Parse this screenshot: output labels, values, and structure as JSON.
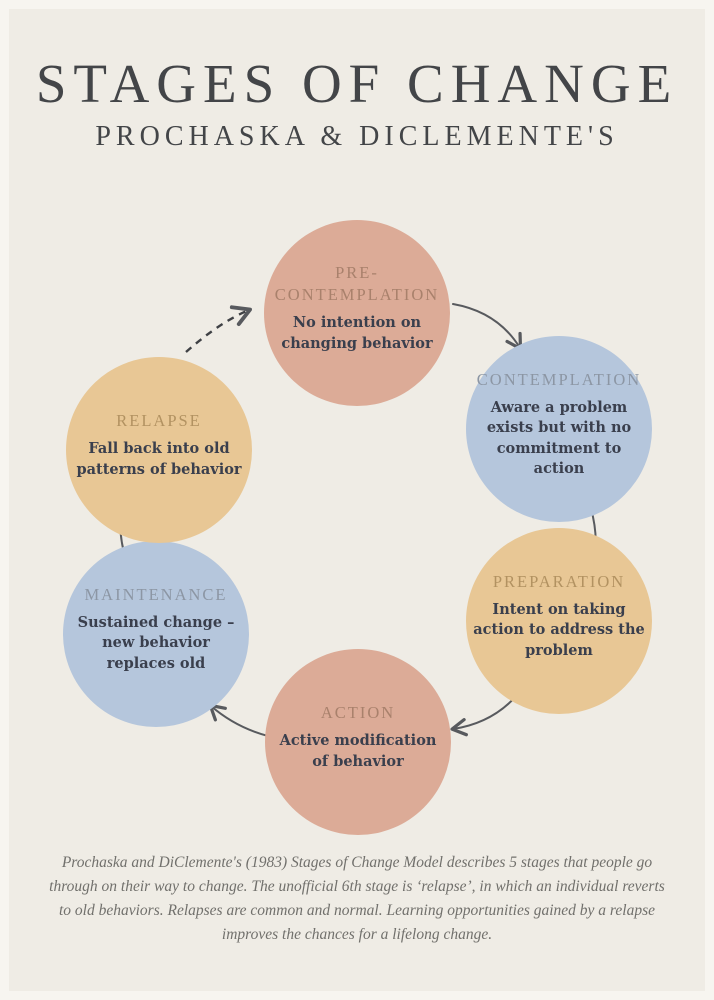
{
  "header": {
    "title": "STAGES OF CHANGE",
    "subtitle": "PROCHASKA & DICLEMENTE'S"
  },
  "stages": [
    {
      "id": "precontemplation",
      "label": "PRE-CONTEMPLATION",
      "description": "No intention on changing behavior",
      "variant": "salmon"
    },
    {
      "id": "contemplation",
      "label": "CONTEMPLATION",
      "description": "Aware a problem exists but with no commitment to action",
      "variant": "blue"
    },
    {
      "id": "preparation",
      "label": "PREPARATION",
      "description": "Intent on taking action to address the problem",
      "variant": "tan"
    },
    {
      "id": "action",
      "label": "ACTION",
      "description": "Active modification of behavior",
      "variant": "salmon"
    },
    {
      "id": "maintenance",
      "label": "MAINTENANCE",
      "description": "Sustained change – new behavior replaces old",
      "variant": "blue"
    },
    {
      "id": "relapse",
      "label": "RELAPSE",
      "description": "Fall back into old patterns of behavior",
      "variant": "tan"
    }
  ],
  "cycle_arrows": [
    "precontemplation-to-contemplation",
    "contemplation-to-preparation",
    "preparation-to-action",
    "action-to-maintenance",
    "maintenance-to-relapse",
    "relapse-to-precontemplation-dashed"
  ],
  "footer": {
    "text": "Prochaska and DiClemente's (1983) Stages of Change Model describes 5 stages that people go through on their way to change. The unofficial 6th stage is ‘relapse’, in which an individual reverts to old behaviors. Relapses are common and normal. Learning opportunities gained by a relapse improves the chances for a lifelong change."
  },
  "colors": {
    "background": "#efece5",
    "frame": "#f7f5f0",
    "salmon_circle": "#dcab97",
    "blue_circle": "#b5c6dc",
    "tan_circle": "#e8c795",
    "salmon_label": "#a9816c",
    "blue_label": "#8c96a4",
    "tan_label": "#b29261",
    "title_text": "#434548",
    "description_text": "#3a3f4d",
    "footer_text": "#71706c",
    "arrow": "#585a5e"
  }
}
